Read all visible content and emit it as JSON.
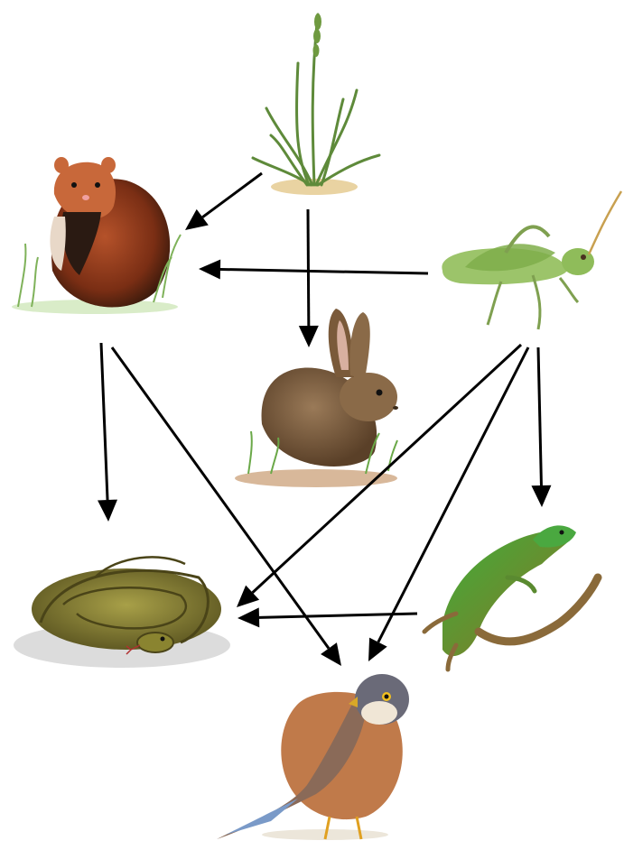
{
  "diagram": {
    "type": "food-web",
    "organisms": [
      {
        "id": "grass",
        "icon": "grass-plant-icon"
      },
      {
        "id": "hamster",
        "icon": "hamster-icon"
      },
      {
        "id": "grasshopper",
        "icon": "grasshopper-icon"
      },
      {
        "id": "rabbit",
        "icon": "rabbit-icon"
      },
      {
        "id": "snake",
        "icon": "snake-icon"
      },
      {
        "id": "lizard",
        "icon": "lizard-icon"
      },
      {
        "id": "kestrel",
        "icon": "kestrel-icon"
      }
    ],
    "links": [
      {
        "from": "grass",
        "to": "hamster"
      },
      {
        "from": "grass",
        "to": "rabbit"
      },
      {
        "from": "grasshopper",
        "to": "hamster"
      },
      {
        "from": "hamster",
        "to": "snake"
      },
      {
        "from": "hamster",
        "to": "kestrel"
      },
      {
        "from": "grasshopper",
        "to": "snake"
      },
      {
        "from": "grasshopper",
        "to": "kestrel"
      },
      {
        "from": "grasshopper",
        "to": "lizard"
      },
      {
        "from": "lizard",
        "to": "snake"
      }
    ]
  }
}
